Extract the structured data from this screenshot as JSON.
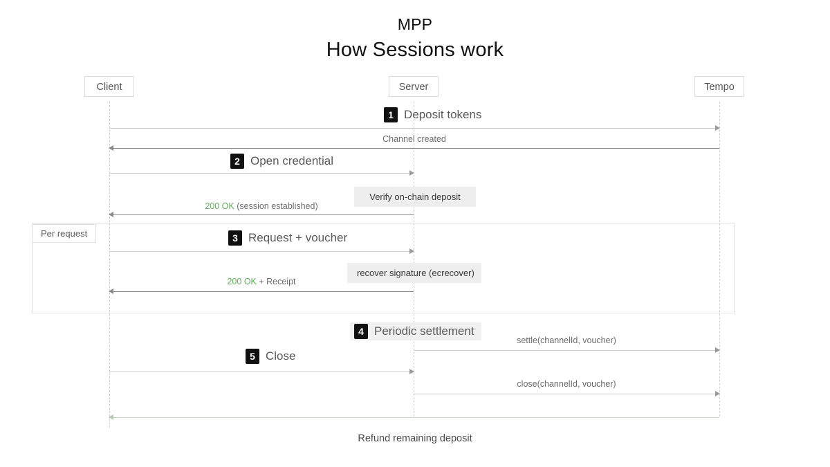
{
  "header": {
    "brand": "MPP",
    "title": "How Sessions work"
  },
  "participants": [
    {
      "id": "client",
      "label": "Client"
    },
    {
      "id": "server",
      "label": "Server"
    },
    {
      "id": "tempo",
      "label": "Tempo"
    }
  ],
  "steps": [
    {
      "number": "1",
      "label": "Deposit tokens"
    },
    {
      "number": "2",
      "label": "Open credential"
    },
    {
      "number": "3",
      "label": "Request + voucher"
    },
    {
      "number": "4",
      "label": "Periodic settlement"
    },
    {
      "number": "5",
      "label": "Close"
    }
  ],
  "messages": {
    "channel_created": "Channel created",
    "session_ok_code": "200 OK",
    "session_ok_rest": " (session established)",
    "receipt_ok_code": "200 OK",
    "receipt_ok_rest": " + Receipt",
    "settle_call": "settle(channelId, voucher)",
    "close_call": "close(channelId, voucher)"
  },
  "notes": [
    {
      "id": "verify",
      "text": "Verify on-chain deposit"
    },
    {
      "id": "recover",
      "text": "recover signature (ecrecover)"
    }
  ],
  "frames": [
    {
      "id": "per-request",
      "label": "Per request"
    }
  ],
  "footer": {
    "caption": "Refund remaining deposit"
  },
  "colors": {
    "accent_green": "#66aa60",
    "badge_black": "#111111",
    "note_gray": "#eeeeee",
    "line_gray": "#8a8a8a"
  }
}
